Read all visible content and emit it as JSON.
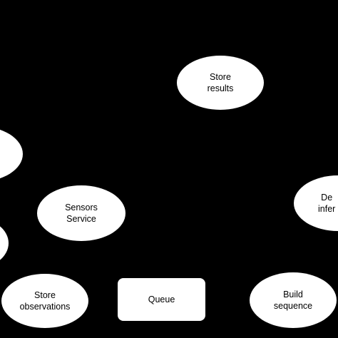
{
  "diagram": {
    "background": "#000000",
    "node_fill": "#ffffff",
    "nodes": {
      "store_results": "Store\nresults",
      "left_top": "",
      "sensors_service": "Sensors\nService",
      "right_partial": "De\ninfer",
      "left_mid": "",
      "store_observations": "Store\nobservations",
      "queue": "Queue",
      "build_sequence": "Build\nsequence"
    }
  }
}
